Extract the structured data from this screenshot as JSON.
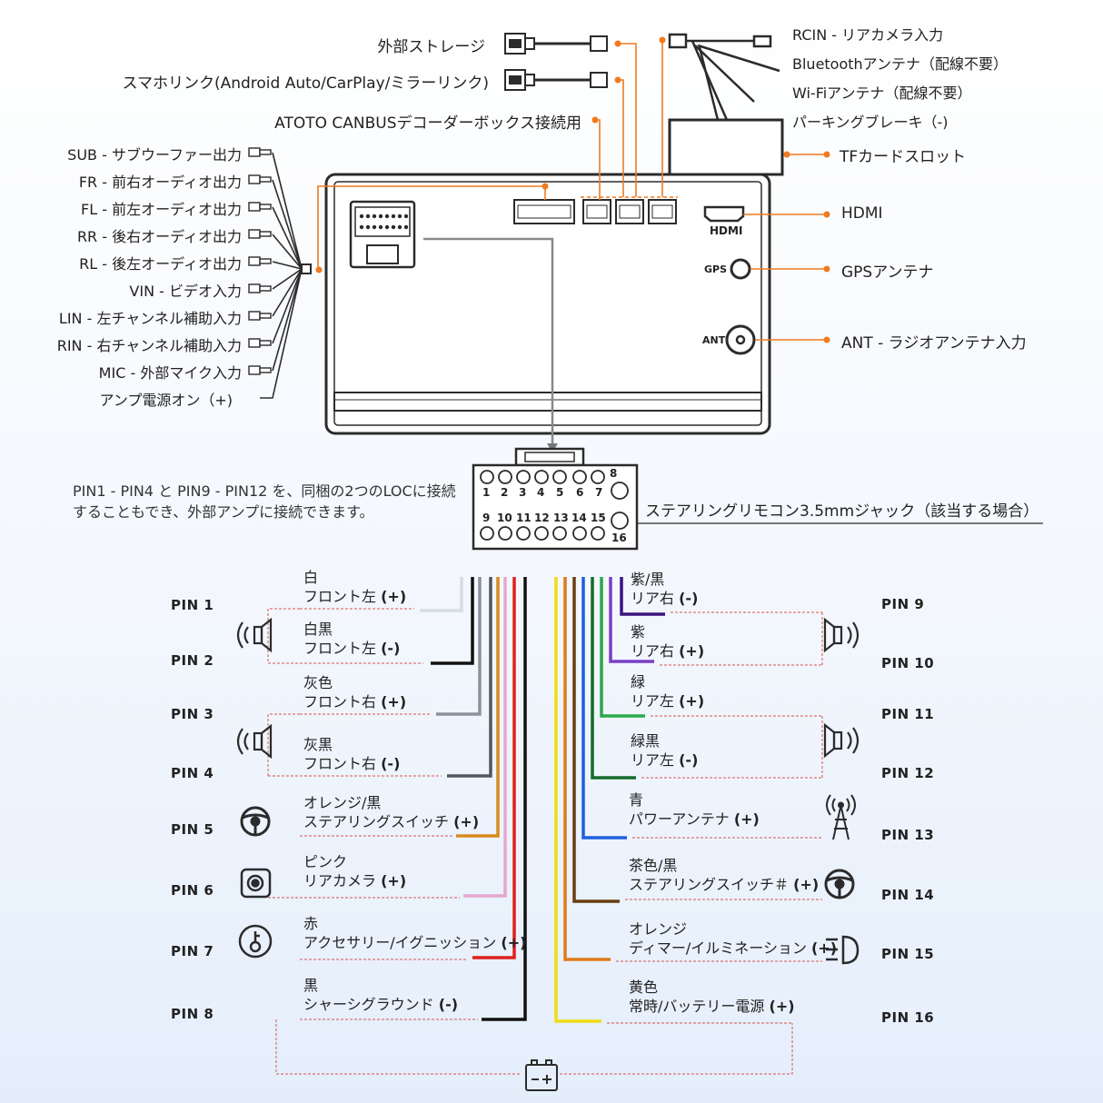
{
  "top_connectors": {
    "external_storage": "外部ストレージ",
    "phone_link": "スマホリンク(Android Auto/CarPlay/ミラーリンク)",
    "canbus": "ATOTO CANBUSデコーダーボックス接続用"
  },
  "right_cables": {
    "rcin": "RCIN - リアカメラ入力",
    "bluetooth": "Bluetoothアンテナ（配線不要）",
    "wifi": "Wi-Fiアンテナ（配線不要）",
    "parking": "パーキングブレーキ（-)",
    "tf_card": "TFカードスロット"
  },
  "left_rca": [
    "SUB - サブウーファー出力",
    "FR - 前右オーディオ出力",
    "FL - 前左オーディオ出力",
    "RR - 後右オーディオ出力",
    "RL - 後左オーディオ出力",
    "VIN - ビデオ入力",
    "LIN - 左チャンネル補助入力",
    "RIN - 右チャンネル補助入力",
    "MIC - 外部マイク入力",
    "アンプ電源オン（+)"
  ],
  "ports": {
    "hdmi_label": "HDMI",
    "hdmi": "HDMI",
    "gps_label": "GPS",
    "gps": "GPSアンテナ",
    "ant_label": "ANT",
    "ant": "ANT - ラジオアンテナ入力"
  },
  "plug": {
    "top_numbers": [
      "1",
      "2",
      "3",
      "4",
      "5",
      "6",
      "7",
      "8"
    ],
    "bottom_numbers": [
      "9",
      "10",
      "11",
      "12",
      "13",
      "14",
      "15",
      "16"
    ],
    "note_line1": "PIN1 - PIN4 と PIN9 - PIN12 を、同梱の2つのLOCに接続",
    "note_line2": "することもでき、外部アンプに接続できます。",
    "steering_jack": "ステアリングリモコン3.5mmジャック（該当する場合）"
  },
  "pins_left": [
    {
      "pin": "PIN 1",
      "color": "白",
      "desc": "フロント左",
      "sign": "(+)",
      "wire": "#d5dde2"
    },
    {
      "pin": "PIN 2",
      "color": "白黒",
      "desc": "フロント左",
      "sign": "(-)",
      "wire": "#111111"
    },
    {
      "pin": "PIN 3",
      "color": "灰色",
      "desc": "フロント右",
      "sign": "(+)",
      "wire": "#8a929a"
    },
    {
      "pin": "PIN 4",
      "color": "灰黒",
      "desc": "フロント右",
      "sign": "(-)",
      "wire": "#50575d"
    },
    {
      "pin": "PIN 5",
      "color": "オレンジ/黒",
      "desc": "ステアリングスイッチ",
      "sign": "(+)",
      "wire": "#d98a1c"
    },
    {
      "pin": "PIN 6",
      "color": "ピンク",
      "desc": "リアカメラ",
      "sign": "(+)",
      "wire": "#e8a6cf"
    },
    {
      "pin": "PIN 7",
      "color": "赤",
      "desc": "アクセサリー/イグニッション",
      "sign": "(+)",
      "wire": "#e0201c"
    },
    {
      "pin": "PIN 8",
      "color": "黒",
      "desc": "シャーシグラウンド",
      "sign": "(-)",
      "wire": "#111111"
    }
  ],
  "pins_right": [
    {
      "pin": "PIN 9",
      "color": "紫/黒",
      "desc": "リア右",
      "sign": "(-)",
      "wire": "#3d1380"
    },
    {
      "pin": "PIN 10",
      "color": "紫",
      "desc": "リア右",
      "sign": "(+)",
      "wire": "#7b3fc7"
    },
    {
      "pin": "PIN 11",
      "color": "緑",
      "desc": "リア左",
      "sign": "(+)",
      "wire": "#2aa84a"
    },
    {
      "pin": "PIN 12",
      "color": "緑黒",
      "desc": "リア左",
      "sign": "(-)",
      "wire": "#146b2c"
    },
    {
      "pin": "PIN 13",
      "color": "青",
      "desc": "パワーアンテナ",
      "sign": "(+)",
      "wire": "#1f5fe0"
    },
    {
      "pin": "PIN 14",
      "color": "茶色/黒",
      "desc": "ステアリングスイッチ＃",
      "sign": "(+)",
      "wire": "#6a3d12"
    },
    {
      "pin": "PIN 15",
      "color": "オレンジ",
      "desc": "ディマー/イルミネーション",
      "sign": "(+)",
      "wire": "#e07a1a"
    },
    {
      "pin": "PIN 16",
      "color": "黄色",
      "desc": "常時/バッテリー電源",
      "sign": "(+)",
      "wire": "#f0dc12"
    }
  ],
  "accent_color": "#f07a1e"
}
